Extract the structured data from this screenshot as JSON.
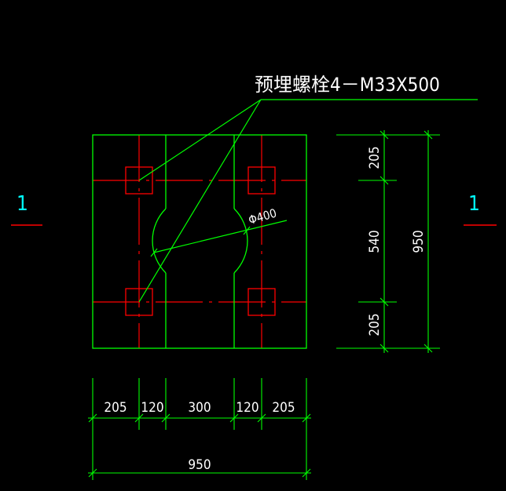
{
  "drawing": {
    "colors": {
      "background": "#000000",
      "outline": "#00ff00",
      "center_line": "#ff0000",
      "bolt": "#ff0000",
      "text": "#ffffff",
      "section_mark": "#00ffff"
    },
    "annotation": {
      "label": "预埋螺栓4－M33X500"
    },
    "hole_label": "Φ400",
    "section_marks": {
      "left": "1",
      "right": "1"
    },
    "vertical_dims": {
      "top": "205",
      "middle": "540",
      "bottom": "205",
      "total": "950"
    },
    "horizontal_dims": {
      "d1": "205",
      "d2": "120",
      "d3": "300",
      "d4": "120",
      "d5": "205",
      "total": "950"
    }
  }
}
